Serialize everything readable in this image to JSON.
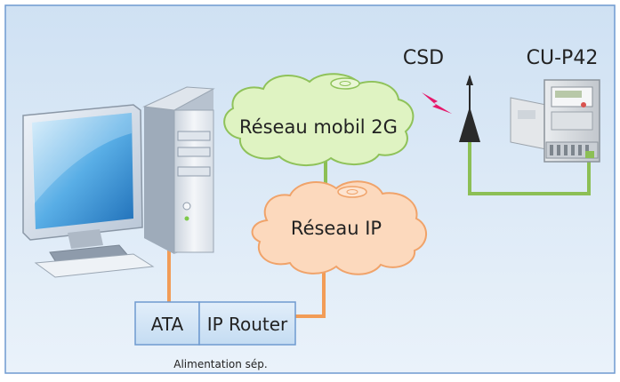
{
  "labels": {
    "csd": "CSD",
    "meter": "CU-P42",
    "cloud_mobile": "Réseau mobil 2G",
    "cloud_ip": "Réseau IP",
    "ata": "ATA",
    "router": "IP Router",
    "power": "Alimentation sép."
  },
  "icons": {
    "computer": "desktop-computer-icon",
    "antenna": "antenna-icon",
    "signal": "lightning-signal-icon",
    "meter": "electricity-meter-icon"
  },
  "colors": {
    "background_top": "#cfe1f3",
    "background_bottom": "#e9f1f9",
    "border": "#6f9ad0",
    "cloud_mobile_fill": "#dff3c2",
    "cloud_mobile_stroke": "#8fc25a",
    "cloud_ip_fill": "#fcd9bd",
    "cloud_ip_stroke": "#f0a36a",
    "link_orange": "#f29c57",
    "link_green": "#8cbf55",
    "box_fill": "#d5e7f7",
    "box_stroke": "#6f9ad0",
    "signal": "#e6196b"
  }
}
